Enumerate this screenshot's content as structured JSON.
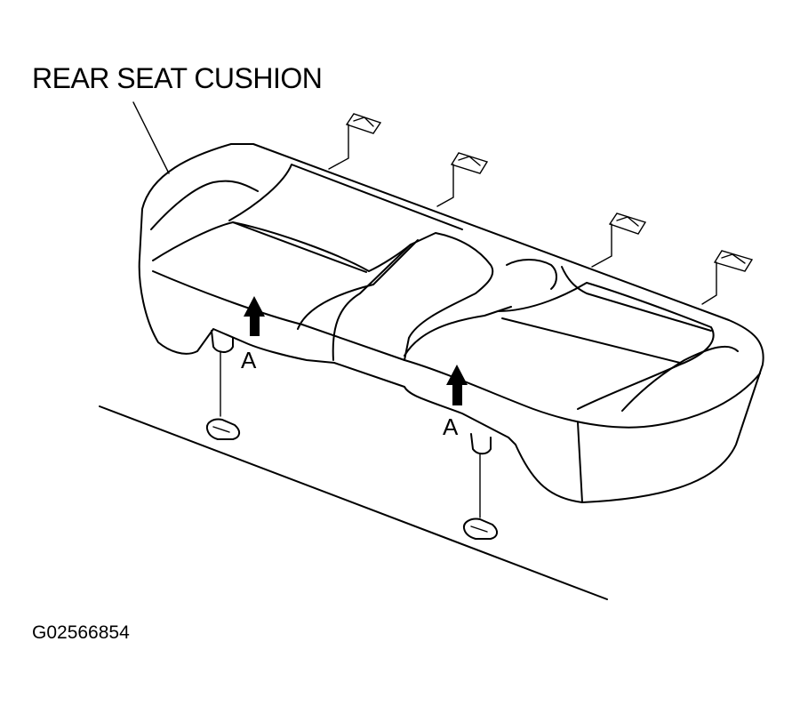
{
  "diagram": {
    "title": "REAR SEAT CUSHION",
    "figure_id": "G02566854",
    "callouts": [
      {
        "label": "A"
      },
      {
        "label": "A"
      }
    ],
    "parts": [
      "rear-seat-cushion",
      "cushion-hook",
      "floor-retainer",
      "floor-line",
      "rear-clip",
      "lift-arrow"
    ]
  }
}
